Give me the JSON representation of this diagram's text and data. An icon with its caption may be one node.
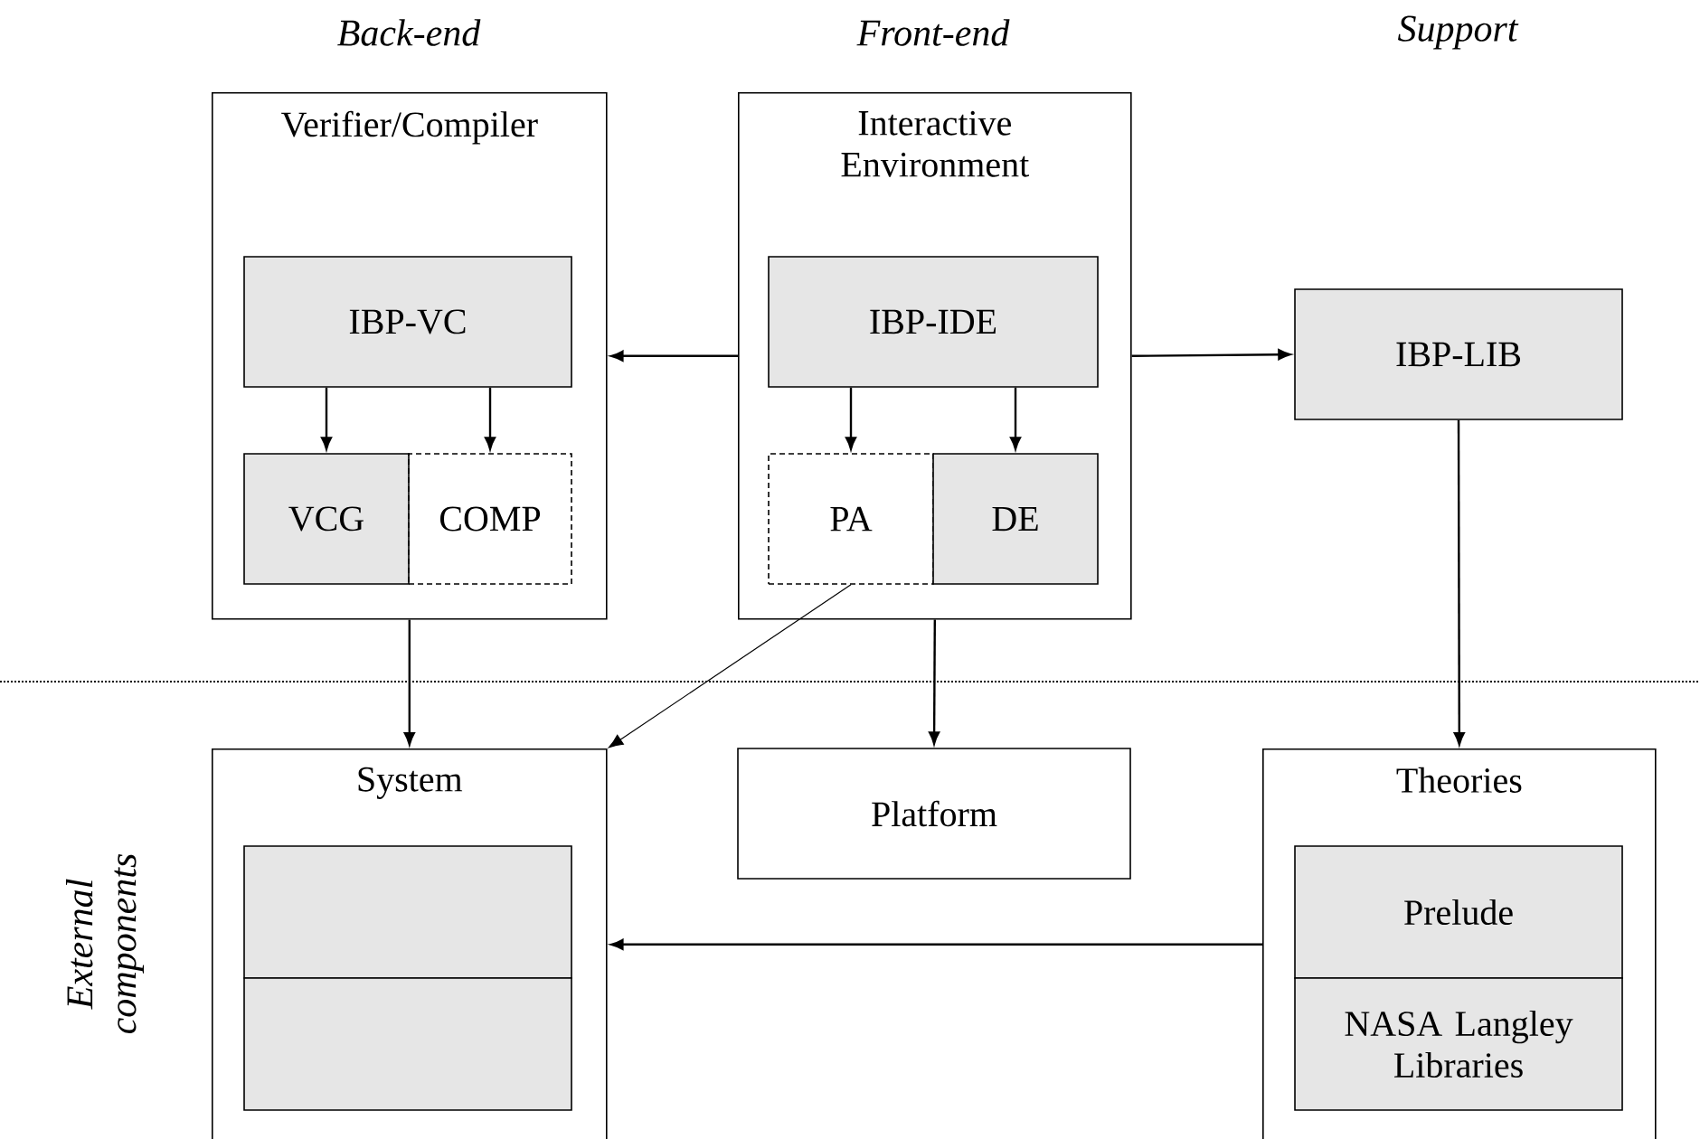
{
  "diagram": {
    "nodes": [
      {
        "text": [
          "Verifier/Compiler"
        ]
      },
      {
        "text": [
          "IBP-VC"
        ],
        "in": 0
      },
      {
        "text": [
          "VCG"
        ],
        "in": 0
      },
      {
        "text": [
          "COMP"
        ],
        "in": 0
      },
      {
        "text": [
          "Interactive Environment"
        ]
      },
      {
        "text": [
          "IBP-IDE"
        ],
        "in": 4
      },
      {
        "text": [
          "PA"
        ],
        "in": 4
      },
      {
        "text": [
          "DE"
        ],
        "in": 4
      },
      {
        "text": [
          "IBP-LIB"
        ]
      },
      {
        "text": [
          "System"
        ]
      },
      {
        "text": [],
        "shape": "box",
        "in": 9
      },
      {
        "text": [],
        "shape": "box",
        "in": 9
      },
      {
        "text": [
          "Platform"
        ]
      },
      {
        "text": [
          "Theories"
        ]
      },
      {
        "text": [
          "Prelude"
        ],
        "in": 13
      },
      {
        "text": [
          "NASA Langley Libraries"
        ],
        "in": 13
      }
    ],
    "edges": [
      {
        "from": 4,
        "to": 0,
        "arrow": "to"
      },
      {
        "from": 4,
        "to": 8,
        "arrow": "to"
      },
      {
        "from": 1,
        "to": 2,
        "arrow": "to"
      },
      {
        "from": 1,
        "to": 3,
        "arrow": "to"
      },
      {
        "from": 5,
        "to": 6,
        "arrow": "to"
      },
      {
        "from": 5,
        "to": 7,
        "arrow": "to"
      },
      {
        "from": 0,
        "to": 9,
        "arrow": "to"
      },
      {
        "from": 6,
        "to": 9,
        "arrow": "to"
      },
      {
        "from": 4,
        "to": 12,
        "arrow": "to"
      },
      {
        "from": 8,
        "to": 13,
        "arrow": "to"
      },
      {
        "from": 13,
        "to": 9,
        "arrow": "to"
      }
    ],
    "labels": [
      "Back-end",
      "Front-end",
      "Support",
      "External components"
    ]
  }
}
